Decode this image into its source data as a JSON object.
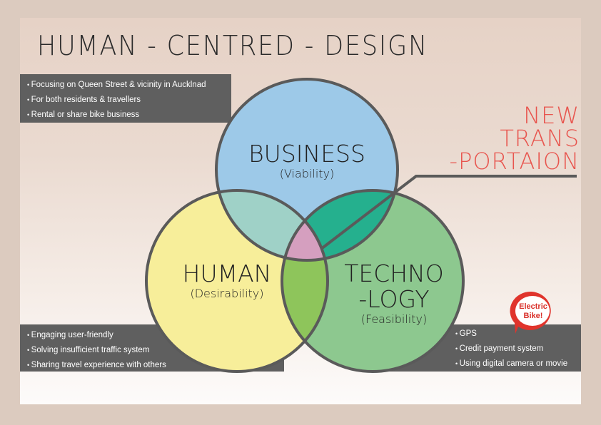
{
  "title": "HUMAN - CENTRED - DESIGN",
  "new_transportation": [
    "NEW",
    "TRANS",
    "-PORTAION"
  ],
  "business_points": [
    "Focusing on Queen Street & vicinity in Aucklnad",
    "For both residents & travellers",
    "Rental or share bike business"
  ],
  "human_points": [
    "Engaging user-friendly",
    "Solving insufficient traffic system",
    "Sharing travel experience with others"
  ],
  "technology_points": [
    "GPS",
    "Credit payment system",
    "Using digital camera or movie"
  ],
  "circles": {
    "business": {
      "name": "BUSINESS",
      "sub": "(Viability)",
      "color": "#9dc9e8"
    },
    "human": {
      "name": "HUMAN",
      "sub": "(Desirability)",
      "color": "#f7ee9a"
    },
    "technology": {
      "name_line1": "TECHNO",
      "name_line2": "-LOGY",
      "sub": "(Feasibility)",
      "color": "#8dc88f"
    }
  },
  "overlap_colors": {
    "business_human": "#9fd1c7",
    "business_technology": "#25b08e",
    "human_technology": "#8ec55b",
    "center": "#d59fbf",
    "outline": "#5a5a5a"
  },
  "badge": {
    "line1": "Electric",
    "line2": "Bike!",
    "color": "#e0342c"
  }
}
